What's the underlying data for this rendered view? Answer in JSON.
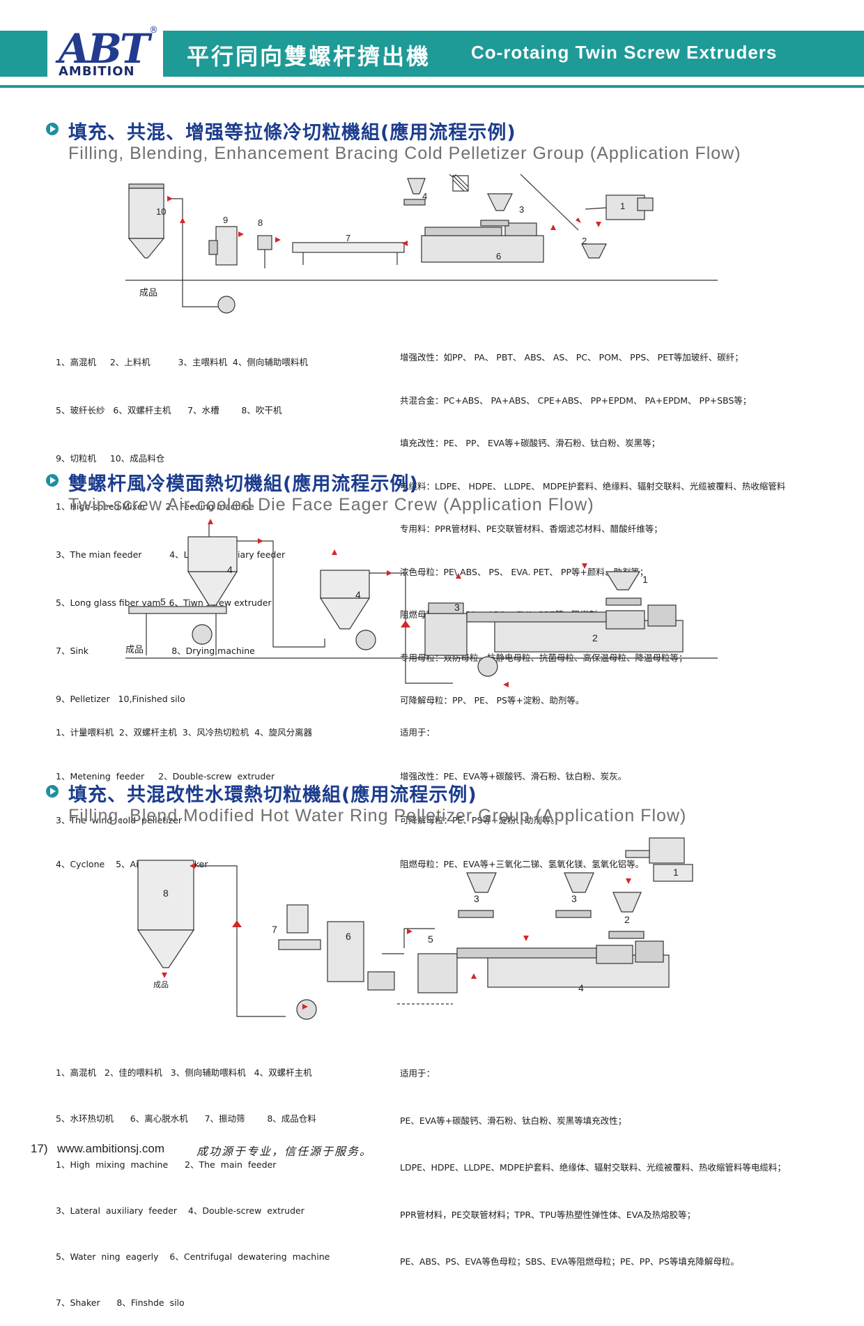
{
  "header": {
    "logo_text": "ABT",
    "logo_reg": "®",
    "logo_sub": "AMBITION",
    "title_cn": "平行同向雙螺杆擠出機",
    "title_en": "Co-rotaing Twin Screw Extruders",
    "brand_color": "#1e9a97"
  },
  "section1": {
    "title_cn": "填充、共混、增强等拉條冷切粒機組(應用流程示例)",
    "title_en": "Filling, Blending, Enhancement Bracing Cold Pelletizer Group (Application Flow)",
    "diagram_label": "成品",
    "legend": [
      "1、高混机     2、上料机          3、主喂料机  4、侧向辅助喂料机",
      "5、玻纤长纱   6、双螺杆主机      7、水槽        8、吹干机",
      "9、切粒机     10、成品料仓",
      "1、High-speed Mixer       2、Feeding machine",
      "3、The mian feeder          4、Lateral auxiliary feeder",
      "5、Long glass fiber yam   6、Tiwn screw extruder",
      "7、Sink                              8、Drying machine",
      "9、Pelletizer   10,Finished silo"
    ],
    "applications": [
      "增强改性：如PP、 PA、 PBT、 ABS、 AS、 PC、 POM、 PPS、 PET等加玻纤、碳纤；",
      "共混合金：PC+ABS、 PA+ABS、 CPE+ABS、 PP+EPDM、 PA+EPDM、 PP+SBS等；",
      "填充改性：PE、 PP、 EVA等+碳酸钙、滑石粉、钛白粉、炭黑等；",
      "电缆料：LDPE、 HDPE、 LLDPE、 MDPE护套料、绝缘料、辐射交联料、光缆被覆料、热收缩管料",
      "专用料：PPR管材料、PE交联管材料、香烟滤芯材料、醋酸纤维等；",
      "浓色母粒：PE\\ ABS、 PS、 EVA. PET、 PP等+颜料、助剂等；",
      "阻燃母粒：PP、 PA、 ABS、 EVA. PBT等+阻燃剂、助剂等；",
      "专用母粒：双防母粒、抗静电母粒、抗菌母粒、高保温母粒、降温母粒等；",
      "可降解母粒：PP、 PE、 PS等+淀粉、助剂等。"
    ]
  },
  "section2": {
    "title_cn": "雙螺杆風冷模面熱切機組(應用流程示例)",
    "title_en": "Twin-screw Air-cooled Die Face Eager Crew (Application Flow)",
    "diagram_label": "成品",
    "legend": [
      "1、计量喂料机  2、双螺杆主机  3、风冷热切粒机  4、旋风分离器",
      "1、Metening  feeder     2、Double-screw  extruder",
      "3、The  wind  cold  pelletizer",
      "4、Cyclone    5、Air-cooled  shaker"
    ],
    "applications": [
      "适用于：",
      "增强改性：PE、EVA等+碳酸钙、滑石粉、钛白粉、炭灰。",
      "可降解母粒：PE、PS等+淀粉、助剂等。",
      "阻燃母粒：PE、EVA等+三氧化二锑、氢氧化镁、氢氧化铝等。"
    ]
  },
  "section3": {
    "title_cn": "填充、共混改性水環熱切粒機組(應用流程示例)",
    "title_en": "Filling, Blend Modified Hot Water Ring Pelletizer Group (Application Flow)",
    "diagram_label": "成品",
    "legend": [
      "1、高混机   2、佳的喂料机   3、侧向辅助喂料机   4、双螺杆主机",
      "5、水环热切机      6、离心脱水机      7、振动筛        8、成品仓料",
      "1、High  mixing  machine      2、The  main  feeder",
      "3、Lateral  auxiliary  feeder    4、Double-screw  extruder",
      "5、Water  ning  eagerly    6、Centrifugal  dewatering  machine",
      "7、Shaker      8、Finshde  silo"
    ],
    "applications": [
      "适用于：",
      "PE、EVA等+碳酸钙、滑石粉、钛白粉、炭黑等填充改性；",
      "LDPE、HDPE、LLDPE、MDPE护套料、绝缘体、辐射交联料、光缆被覆料、热收缩管料等电缆料；",
      "PPR管材料，PE交联管材料；TPR、TPU等热塑性弹性体、EVA及热熔胶等；",
      "PE、ABS、PS、EVA等色母粒；SBS、EVA等阻燃母粒；PE、PP、PS等填充降解母粒。"
    ]
  },
  "footer": {
    "page_number": "17)",
    "url": "www.ambitionsj.com",
    "slogan": "成功源于专业，信任源于服务。"
  }
}
